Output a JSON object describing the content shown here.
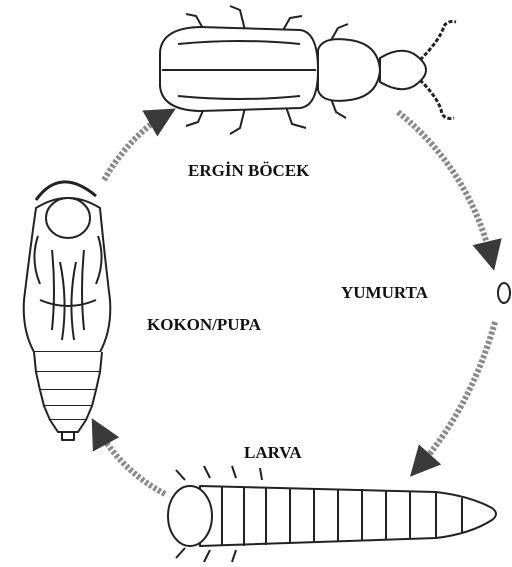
{
  "diagram": {
    "stages": [
      {
        "id": "adult",
        "label": "ERGİN BÖCEK",
        "icon": "adult-beetle-icon"
      },
      {
        "id": "egg",
        "label": "YUMURTA",
        "icon": "egg-icon"
      },
      {
        "id": "larva",
        "label": "LARVA",
        "icon": "larva-icon"
      },
      {
        "id": "pupa",
        "label": "KOKON/PUPA",
        "icon": "pupa-icon"
      }
    ],
    "arrow_color": "#8a8a8a",
    "line_color": "#222222"
  }
}
